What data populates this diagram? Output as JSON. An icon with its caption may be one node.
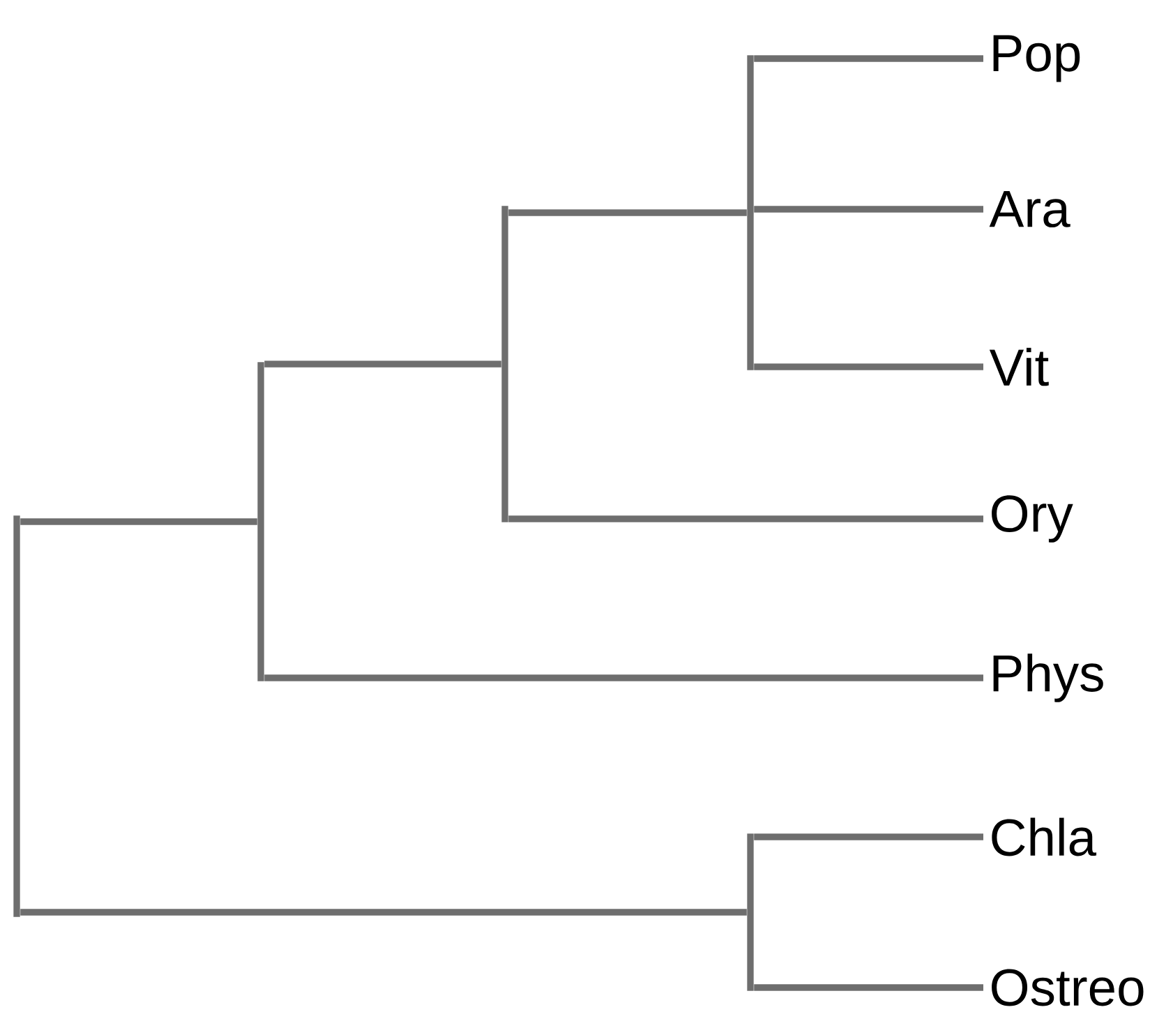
{
  "diagram": {
    "nodes": [
      {
        "text": [
          "Pop"
        ]
      },
      {
        "text": [
          "Ara"
        ]
      },
      {
        "text": [
          "Vit"
        ]
      },
      {
        "text": [
          "Ory"
        ]
      },
      {
        "text": [
          "Phys"
        ]
      },
      {
        "text": [
          "Chla"
        ]
      },
      {
        "text": [
          "Ostreo"
        ]
      },
      {
        "text": [],
        "shape": "bar"
      },
      {
        "text": [],
        "shape": "bar"
      },
      {
        "text": [],
        "shape": "bar"
      },
      {
        "text": [],
        "shape": "bar"
      },
      {
        "text": [],
        "shape": "bar"
      }
    ],
    "edges": [
      {
        "from": 11,
        "to": 10,
        "arrow": "none"
      },
      {
        "from": 11,
        "to": 9,
        "arrow": "none"
      },
      {
        "from": 10,
        "to": 8,
        "arrow": "none"
      },
      {
        "from": 10,
        "to": 4,
        "arrow": "none"
      },
      {
        "from": 8,
        "to": 7,
        "arrow": "none"
      },
      {
        "from": 8,
        "to": 3,
        "arrow": "none"
      },
      {
        "from": 7,
        "to": 0,
        "arrow": "none"
      },
      {
        "from": 7,
        "to": 1,
        "arrow": "none"
      },
      {
        "from": 7,
        "to": 2,
        "arrow": "none"
      },
      {
        "from": 9,
        "to": 5,
        "arrow": "none"
      },
      {
        "from": 9,
        "to": 6,
        "arrow": "none"
      }
    ]
  }
}
